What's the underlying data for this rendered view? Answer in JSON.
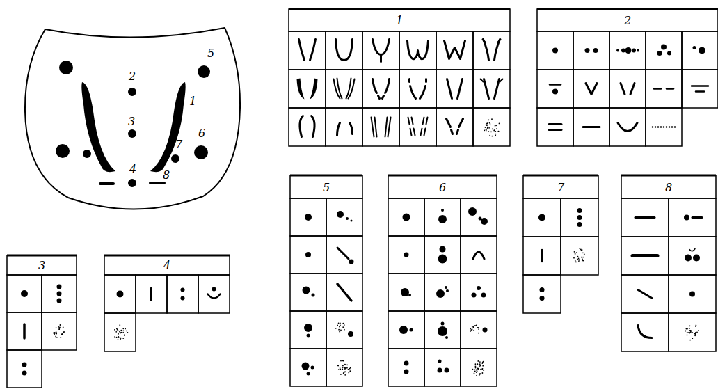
{
  "diagram": {
    "labels": [
      "5",
      "2",
      "1",
      "3",
      "7",
      "6",
      "4",
      "8",
      "1",
      "2",
      "5",
      "6",
      "7",
      "8",
      "3",
      "4"
    ]
  }
}
